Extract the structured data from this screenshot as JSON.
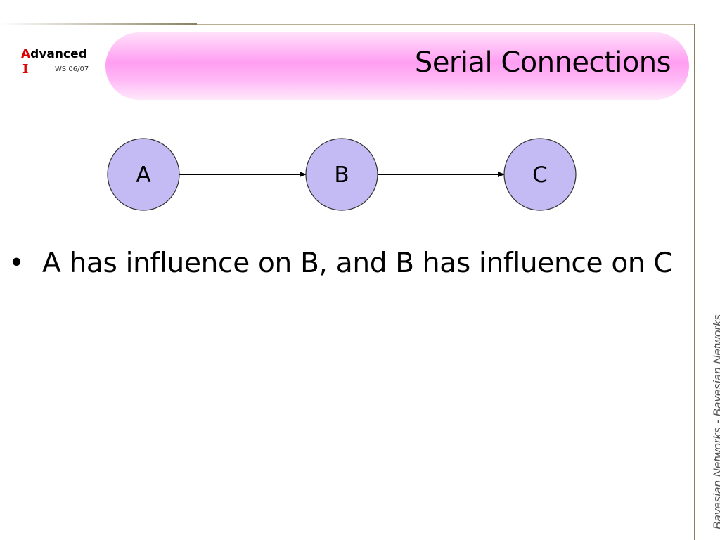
{
  "logo": {
    "line1_first": "A",
    "line1_rest": "dvanced",
    "line2_first": "I",
    "term": "WS 06/07"
  },
  "slide": {
    "title": "Serial Connections",
    "bullet_glyph": "•",
    "bullet": "A has influence on B, and B has influence on C",
    "side_label": "Bayesian Networks - Bayesian Networks"
  },
  "diagram": {
    "nodes": [
      {
        "id": "A",
        "label": "A"
      },
      {
        "id": "B",
        "label": "B"
      },
      {
        "id": "C",
        "label": "C"
      }
    ],
    "edges": [
      {
        "from": "A",
        "to": "B"
      },
      {
        "from": "B",
        "to": "C"
      }
    ],
    "colors": {
      "node_fill": "#c4bbf5",
      "node_stroke": "#333333",
      "edge": "#000000"
    }
  }
}
